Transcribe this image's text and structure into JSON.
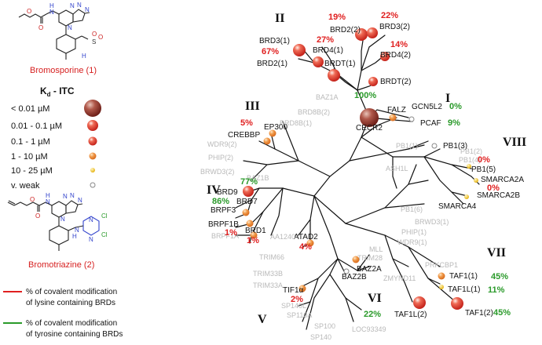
{
  "compounds": [
    {
      "name": "Bromosporine (1)",
      "color": "#d62020"
    },
    {
      "name": "Bromotriazine (2)",
      "color": "#d62020"
    }
  ],
  "structure_labels": {
    "bromosporine": [
      "H",
      "N",
      "N",
      "N",
      "N",
      "N",
      "O",
      "O",
      "S",
      "H",
      "O",
      "O"
    ],
    "bromotriazine": [
      "H",
      "N",
      "O",
      "O",
      "N",
      "N",
      "N",
      "N",
      "H",
      "N",
      "N",
      "N",
      "Cl",
      "Cl"
    ]
  },
  "kd_legend": {
    "title": "K",
    "title_sub": "d",
    "title_rest": " - ITC",
    "entries": [
      {
        "label": "< 0.01 µM",
        "marker": "xl"
      },
      {
        "label": "0.01 - 0.1 µM",
        "marker": "l"
      },
      {
        "label": "0.1 - 1 µM",
        "marker": "m"
      },
      {
        "label": "1 - 10 µM",
        "marker": "s"
      },
      {
        "label": "10 - 25 µM",
        "marker": "xs"
      },
      {
        "label": "v. weak",
        "marker": "open"
      }
    ]
  },
  "line_legend": [
    {
      "color": "#e02020",
      "text1": "% of covalent modification",
      "text2": "of lysine containing BRDs"
    },
    {
      "color": "#2a9a2a",
      "text1": "% of covalent modification",
      "text2": "of tyrosine containing BRDs"
    }
  ],
  "groups": [
    "I",
    "II",
    "III",
    "IV",
    "V",
    "VI",
    "VII",
    "VIII"
  ],
  "labels_black": [
    "BRD3(1)",
    "BRD2(1)",
    "BRD4(1)",
    "BRD2(2)",
    "BRD3(2)",
    "BRD4(2)",
    "BRDT(1)",
    "BRDT(2)",
    "CECR2",
    "FALZ",
    "GCN5L2",
    "PCAF",
    "CREBBP",
    "EP300",
    "BRD9",
    "BRD7",
    "BRPF3",
    "BRPF1B",
    "BRD1",
    "ATAD2",
    "PB1(3)",
    "PB1(5)",
    "SMARCA2A",
    "SMARCA2B",
    "SMARCA4",
    "BAZ2A",
    "BAZ2B",
    "TIF1α",
    "TAF1(1)",
    "TAF1L(1)",
    "TAF1(2)",
    "TAF1L(2)"
  ],
  "labels_gray": [
    "BAZ1A",
    "BRD8B(2)",
    "BRD8B(1)",
    "WDR9(2)",
    "PHIP(2)",
    "BRWD3(2)",
    "BAZ1B",
    "BRPF1A",
    "AA1240",
    "TRIM66",
    "TRIM33B",
    "TRIM33A",
    "SP140L",
    "SP110A",
    "SP100",
    "SP140",
    "LOC93349",
    "TRIM28",
    "MLL",
    "ZMYND11",
    "PRKCBP1",
    "WDR9(1)",
    "PHIP(1)",
    "BRWD3(1)",
    "PB1(6)",
    "ASH1L",
    "PB1(1)",
    "PB1(2)",
    "PB1(4)"
  ],
  "percent_red": [
    "19%",
    "22%",
    "27%",
    "67%",
    "14%",
    "5%",
    "1%",
    "1%",
    "4%",
    "2%",
    "0%",
    "0%"
  ],
  "percent_green": [
    "100%",
    "0%",
    "9%",
    "77%",
    "86%",
    "22%",
    "45%",
    "11%",
    "45%"
  ],
  "colors": {
    "red": "#e02020",
    "green": "#2a9a2a",
    "ball_dark": "#8c2a1f",
    "ball_red": "#e23b2b",
    "ball_orange": "#ec8a3c",
    "ball_yellow": "#f1c21e"
  }
}
